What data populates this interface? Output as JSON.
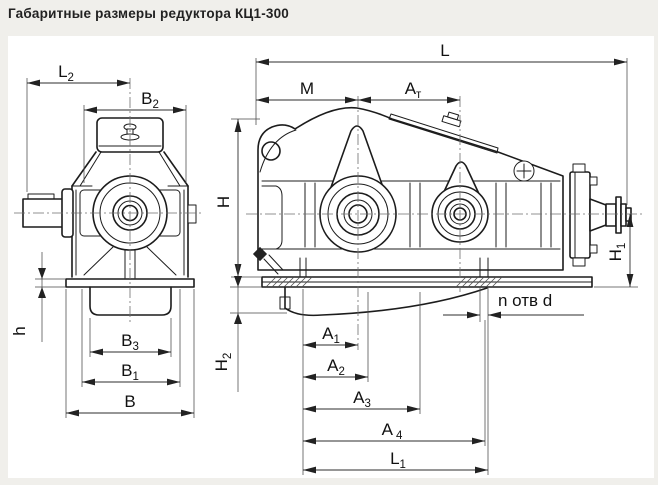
{
  "title": "Габаритные размеры редуктора КЦ1-300",
  "front": {
    "dims": {
      "L2": {
        "base": "L",
        "sub": "2"
      },
      "B2": {
        "base": "B",
        "sub": "2"
      },
      "h": {
        "base": "h",
        "sub": ""
      },
      "B3": {
        "base": "B",
        "sub": "3"
      },
      "B1": {
        "base": "B",
        "sub": "1"
      },
      "B": {
        "base": "B",
        "sub": ""
      }
    }
  },
  "side": {
    "dims": {
      "L": {
        "base": "L",
        "sub": ""
      },
      "M": {
        "base": "M",
        "sub": ""
      },
      "At": {
        "base": "A",
        "sub": "т"
      },
      "H": {
        "base": "H",
        "sub": ""
      },
      "H1": {
        "base": "H",
        "sub": "1"
      },
      "H2": {
        "base": "H",
        "sub": "2"
      },
      "A1": {
        "base": "A",
        "sub": "1"
      },
      "A2": {
        "base": "A",
        "sub": "2"
      },
      "A3": {
        "base": "A",
        "sub": "3"
      },
      "A4": {
        "base": "A",
        "sub": "4"
      },
      "L1": {
        "base": "L",
        "sub": "1"
      },
      "holes": {
        "label": "n отв d"
      }
    }
  },
  "colors": {
    "page_bg": "#f0efeb",
    "panel_bg": "#ffffff",
    "line": "#1c1c1c",
    "dim": "#2e2e2e",
    "text": "#111111"
  }
}
